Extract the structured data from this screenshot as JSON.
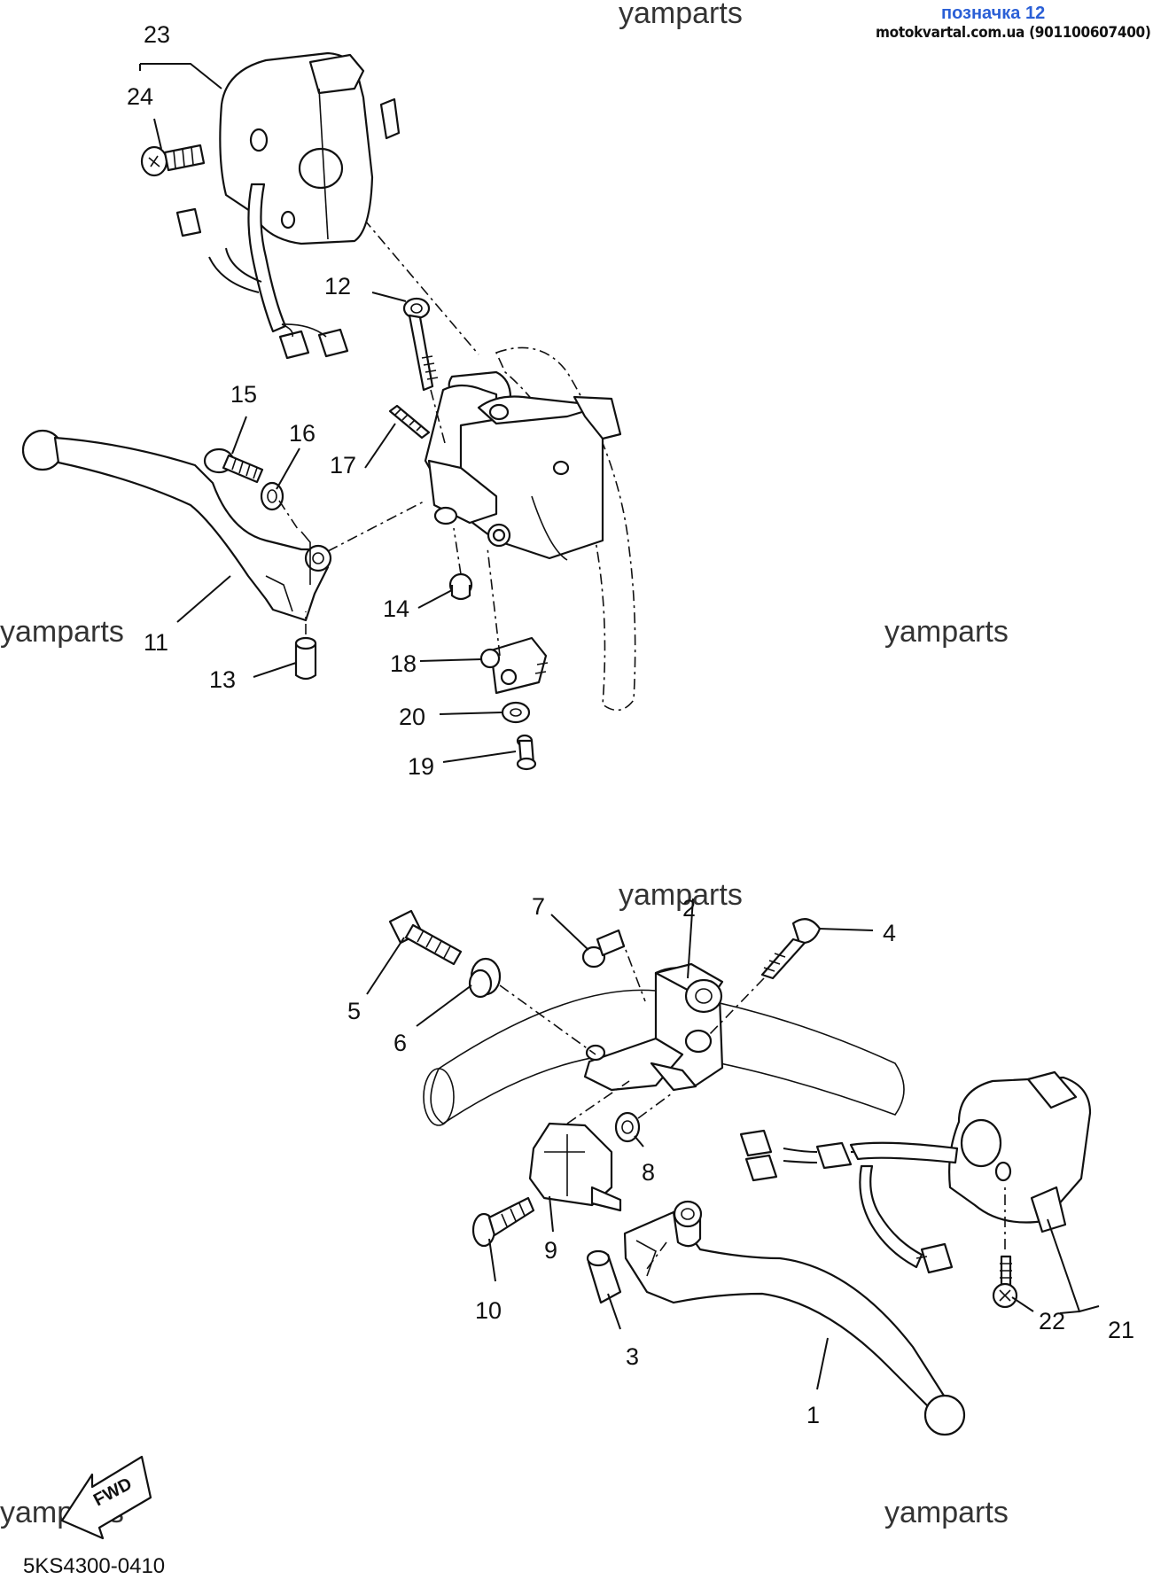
{
  "header": {
    "label": "позначка 12",
    "source": "motokvartal.com.ua (901100607400)",
    "label_color": "#2a5fd6"
  },
  "watermarks": [
    "yamparts",
    "yamparts",
    "yamparts",
    "yamparts",
    "yamparts",
    "yamparts"
  ],
  "diagram_code": "5KS4300-0410",
  "fwd_label": "FWD",
  "callouts": [
    "1",
    "2",
    "3",
    "4",
    "5",
    "6",
    "7",
    "8",
    "9",
    "10",
    "11",
    "12",
    "13",
    "14",
    "15",
    "16",
    "17",
    "18",
    "19",
    "20",
    "21",
    "22",
    "23",
    "24"
  ]
}
